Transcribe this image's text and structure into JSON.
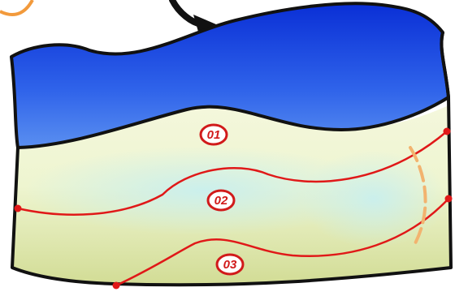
{
  "layers": [
    {
      "id": "layer-01",
      "label": "01"
    },
    {
      "id": "layer-02",
      "label": "02"
    },
    {
      "id": "layer-03",
      "label": "03"
    }
  ],
  "colors": {
    "water_top": "#0a2fd6",
    "water_light": "#4f86ee",
    "sand_light": "#f4f7d9",
    "sand_cyan": "#d7f1ee",
    "sand_green": "#d5df9a",
    "boundary_red": "#e01818",
    "dash_orange": "#f2b36f",
    "outline": "#111111"
  }
}
